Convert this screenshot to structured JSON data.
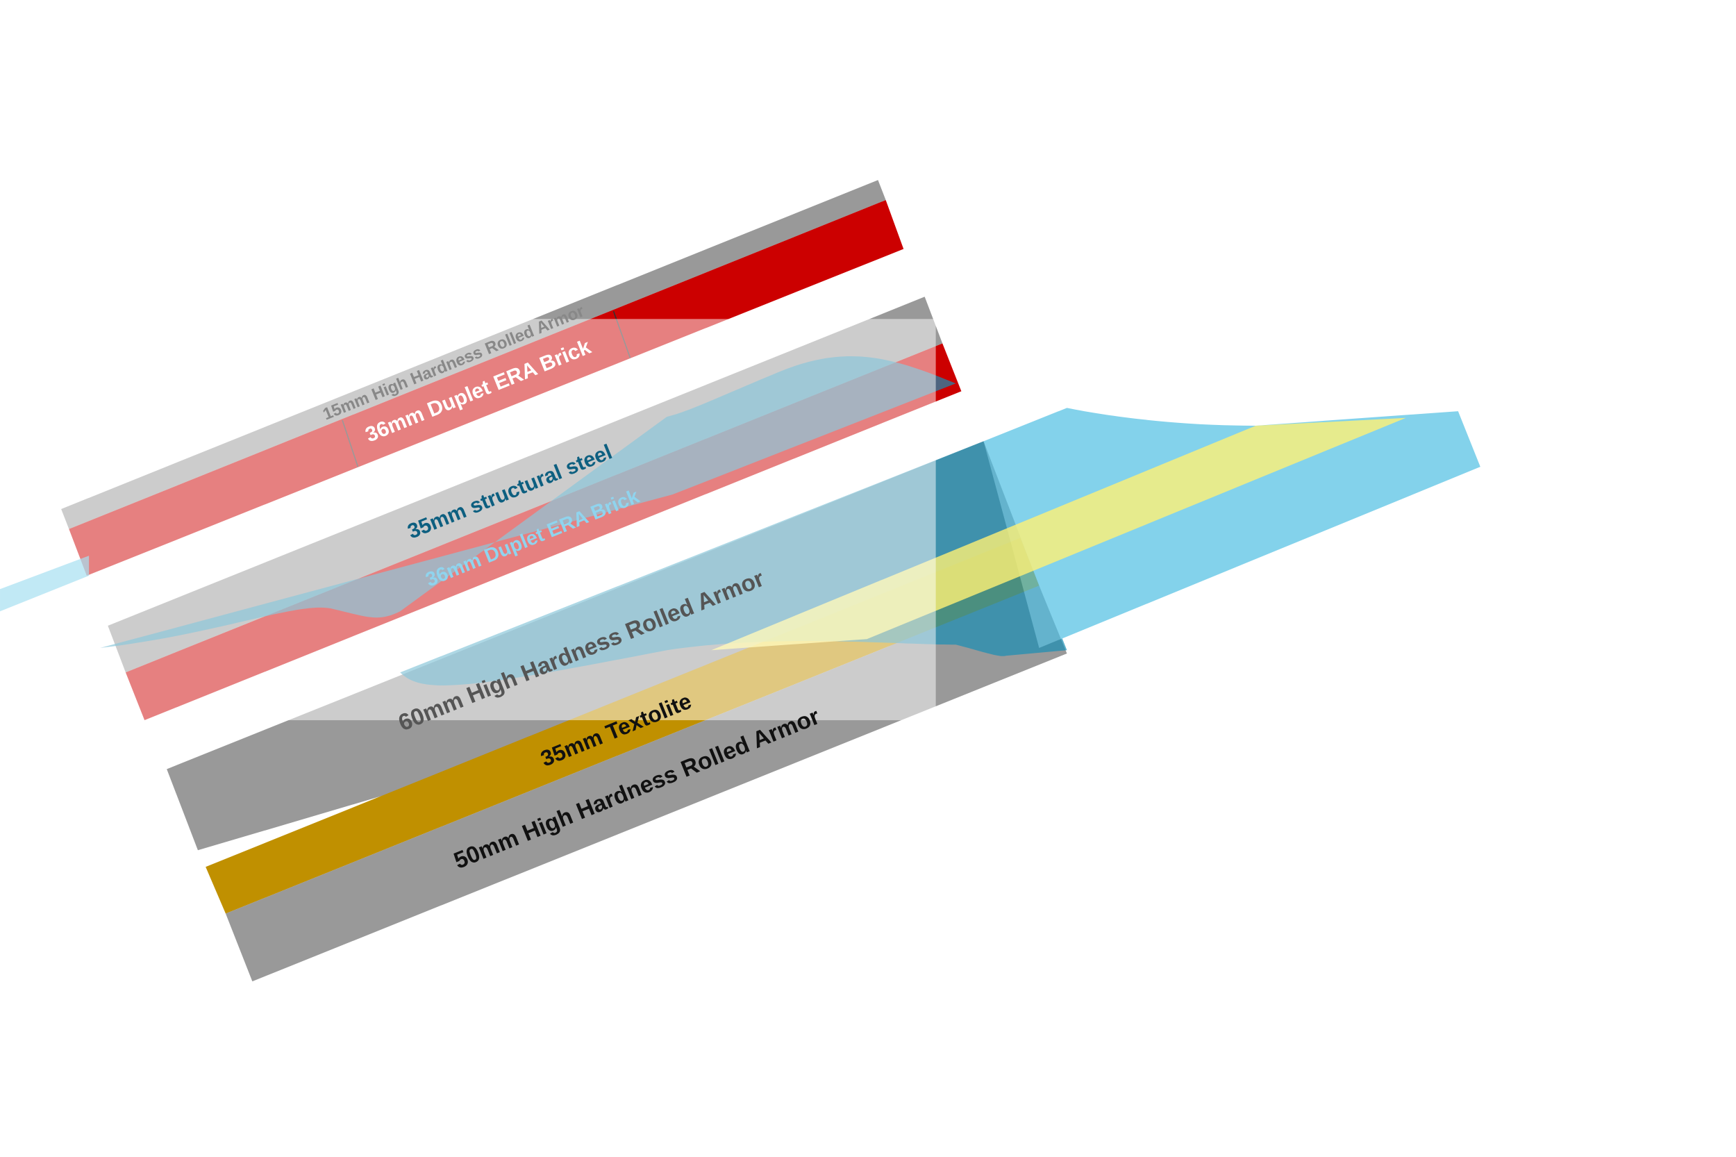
{
  "title": "Armor layer cross-section diagram",
  "layers": [
    {
      "label": "15mm High Hardness Rolled Armor",
      "color": "#999999"
    },
    {
      "label": "36mm Duplet ERA Brick",
      "color": "#cc0000"
    },
    {
      "label": "35mm structural steel",
      "color": "#999999"
    },
    {
      "label": "36mm Duplet ERA Brick",
      "color": "#cc0000"
    },
    {
      "label": "60mm High Hardness Rolled Armor",
      "color": "#999999"
    },
    {
      "label": "35mm Textolite",
      "color": "#c09000"
    },
    {
      "label": "50mm High Hardness Rolled Armor",
      "color": "#999999"
    }
  ],
  "colors": {
    "jet": "#4fbfe3",
    "jet_core": "#fff176"
  }
}
